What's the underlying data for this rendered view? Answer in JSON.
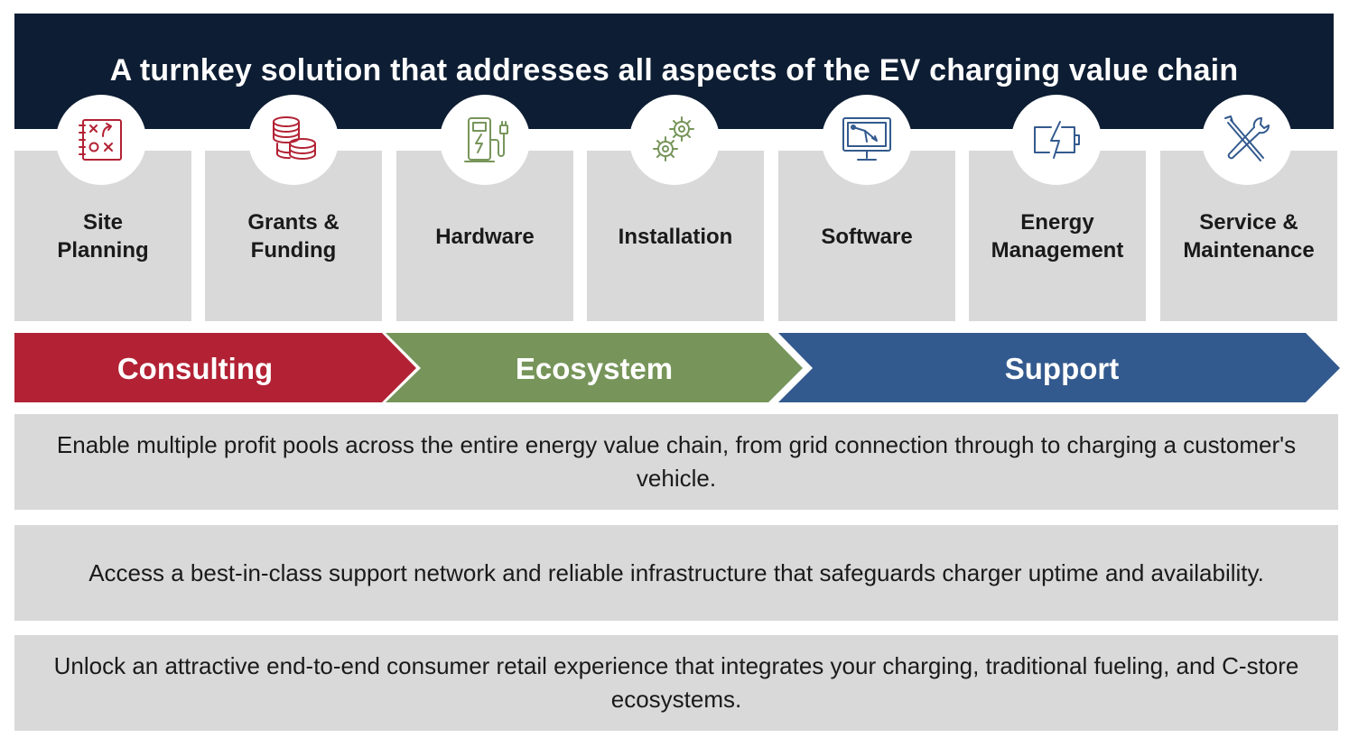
{
  "header": {
    "title": "A turnkey solution that addresses all aspects of the EV charging value chain"
  },
  "steps": [
    {
      "label": "Site\nPlanning",
      "icon": "strategy-board-icon"
    },
    {
      "label": "Grants &\nFunding",
      "icon": "coin-stacks-icon"
    },
    {
      "label": "Hardware",
      "icon": "ev-charger-icon"
    },
    {
      "label": "Installation",
      "icon": "gears-icon"
    },
    {
      "label": "Software",
      "icon": "monitor-workflow-icon"
    },
    {
      "label": "Energy\nManagement",
      "icon": "battery-bolt-icon"
    },
    {
      "label": "Service &\nMaintenance",
      "icon": "wrench-screwdriver-icon"
    }
  ],
  "phases": [
    {
      "label": "Consulting",
      "color": "#b22234"
    },
    {
      "label": "Ecosystem",
      "color": "#77955a"
    },
    {
      "label": "Support",
      "color": "#335a8e"
    }
  ],
  "icon_color": "#b22234",
  "benefits": [
    {
      "text": "Enable multiple profit pools across the entire energy value chain, from grid connection through to charging a customer's vehicle."
    },
    {
      "text": "Access a best-in-class support network and reliable infrastructure that safeguards charger uptime and availability."
    },
    {
      "text": "Unlock an attractive end-to-end consumer retail experience that integrates your charging, traditional fueling, and C-store ecosystems."
    }
  ]
}
